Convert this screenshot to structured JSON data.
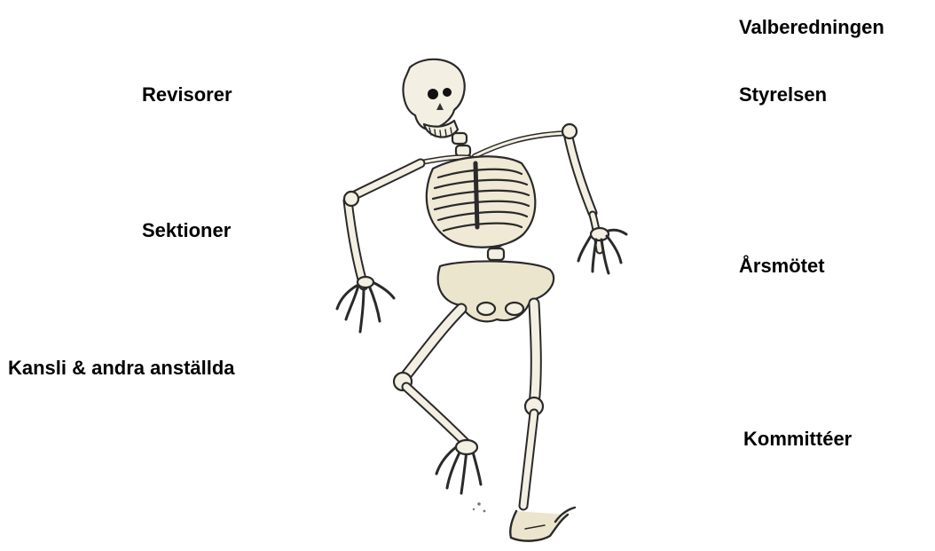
{
  "labels": {
    "valberedningen": "Valberedningen",
    "revisorer": "Revisorer",
    "styrelsen": "Styrelsen",
    "sektioner": "Sektioner",
    "arsmotet": "Årsmötet",
    "kansli": "Kansli & andra anställda",
    "kommitteer": "Kommittéer"
  },
  "colors": {
    "text": "#000000",
    "bone_fill": "#f3efe2",
    "bone_stroke": "#2a2a2a",
    "bone_shade": "#e3dcc4"
  }
}
